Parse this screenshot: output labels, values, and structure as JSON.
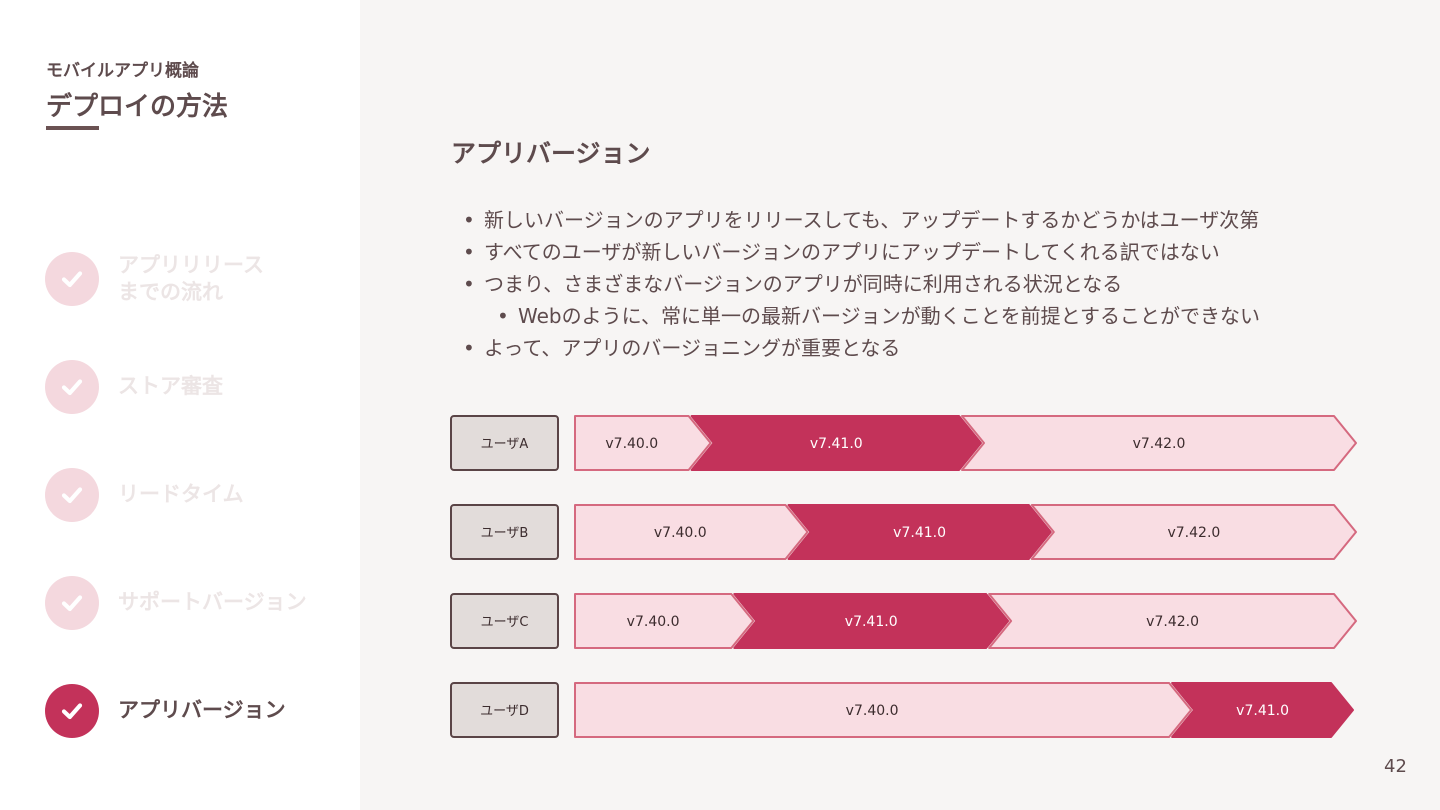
{
  "sidebar": {
    "course_title": "モバイルアプリ概論",
    "section_title": "デプロイの方法",
    "items": [
      {
        "label": "アプリリリース\nまでの流れ",
        "icon": "check-icon",
        "active": false
      },
      {
        "label": "ストア審査",
        "icon": "check-icon",
        "active": false
      },
      {
        "label": "リードタイム",
        "icon": "check-icon",
        "active": false
      },
      {
        "label": "サポートバージョン",
        "icon": "check-icon",
        "active": false
      },
      {
        "label": "アプリバージョン",
        "icon": "check-icon",
        "active": true
      }
    ]
  },
  "main": {
    "heading": "アプリバージョン",
    "bullets": [
      "新しいバージョンのアプリをリリースしても、アップデートするかどうかはユーザ次第",
      "すべてのユーザが新しいバージョンのアプリにアップデートしてくれる訳ではない",
      "つまり、さまざまなバージョンのアプリが同時に利用される状況となる",
      "Webのように、常に単一の最新バージョンが動くことを前提とすることができない",
      "よって、アプリのバージョニングが重要となる"
    ],
    "page_number": "42"
  },
  "colors": {
    "accent": "#c3325a",
    "light_pink": "#f9dde3",
    "pink_border": "#d5697f",
    "text": "#5e4b4d",
    "label_box": "#e2dcda"
  },
  "chart_data": {
    "type": "timeline",
    "rows": [
      {
        "user": "ユーザA",
        "segments": [
          {
            "version": "v7.40.0",
            "share": 0.175,
            "highlight": false
          },
          {
            "version": "v7.41.0",
            "share": 0.345,
            "highlight": true
          },
          {
            "version": "v7.42.0",
            "share": 0.48,
            "highlight": false
          }
        ]
      },
      {
        "user": "ユーザB",
        "segments": [
          {
            "version": "v7.40.0",
            "share": 0.3,
            "highlight": false
          },
          {
            "version": "v7.41.0",
            "share": 0.31,
            "highlight": true
          },
          {
            "version": "v7.42.0",
            "share": 0.39,
            "highlight": false
          }
        ]
      },
      {
        "user": "ユーザC",
        "segments": [
          {
            "version": "v7.40.0",
            "share": 0.23,
            "highlight": false
          },
          {
            "version": "v7.41.0",
            "share": 0.325,
            "highlight": true
          },
          {
            "version": "v7.42.0",
            "share": 0.445,
            "highlight": false
          }
        ]
      },
      {
        "user": "ユーザD",
        "segments": [
          {
            "version": "v7.40.0",
            "share": 0.795,
            "highlight": false
          },
          {
            "version": "v7.41.0",
            "share": 0.205,
            "highlight": true
          }
        ]
      }
    ]
  }
}
